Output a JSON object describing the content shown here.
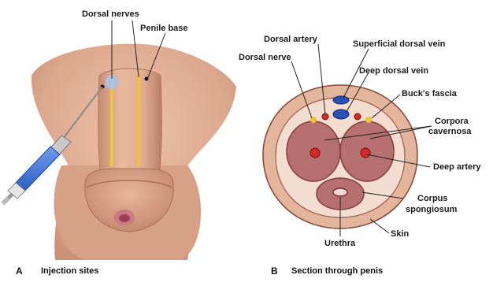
{
  "panel_a": {
    "letter": "A",
    "caption": "Injection sites",
    "labels": {
      "dorsal_nerves": "Dorsal nerves",
      "penile_base": "Penile base"
    }
  },
  "panel_b": {
    "letter": "B",
    "caption": "Section through penis",
    "labels": {
      "dorsal_artery": "Dorsal artery",
      "superficial_dorsal_vein": "Superficial dorsal vein",
      "dorsal_nerve": "Dorsal nerve",
      "deep_dorsal_vein": "Deep dorsal vein",
      "bucks_fascia": "Buck's fascia",
      "corpora_cavernosa_1": "Corpora",
      "corpora_cavernosa_2": "cavernosa",
      "deep_artery": "Deep artery",
      "corpus_spongiosum_1": "Corpus",
      "corpus_spongiosum_2": "spongiosum",
      "skin": "Skin",
      "urethra": "Urethra"
    }
  },
  "colors": {
    "skin": "#e3b59c",
    "skin_dark": "#c99279",
    "tunica": "#f2ddd0",
    "cavernosa": "#b5706f",
    "artery": "#d42a2a",
    "vein": "#2a4fb5",
    "nerve": "#f0c43a",
    "syringe": "#3b6fd6"
  },
  "icons": [
    "syringe-icon",
    "needle-icon"
  ]
}
